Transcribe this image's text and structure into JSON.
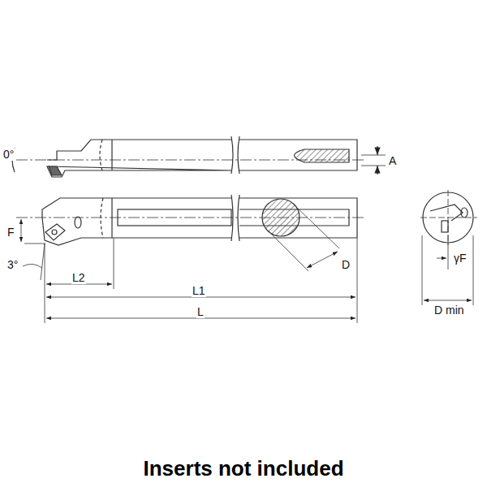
{
  "diagram": {
    "caption": "Inserts not included",
    "labels": [
      "0°",
      "A",
      "F",
      "3°",
      "L2",
      "L1",
      "L",
      "D",
      "γF",
      "D min"
    ]
  }
}
